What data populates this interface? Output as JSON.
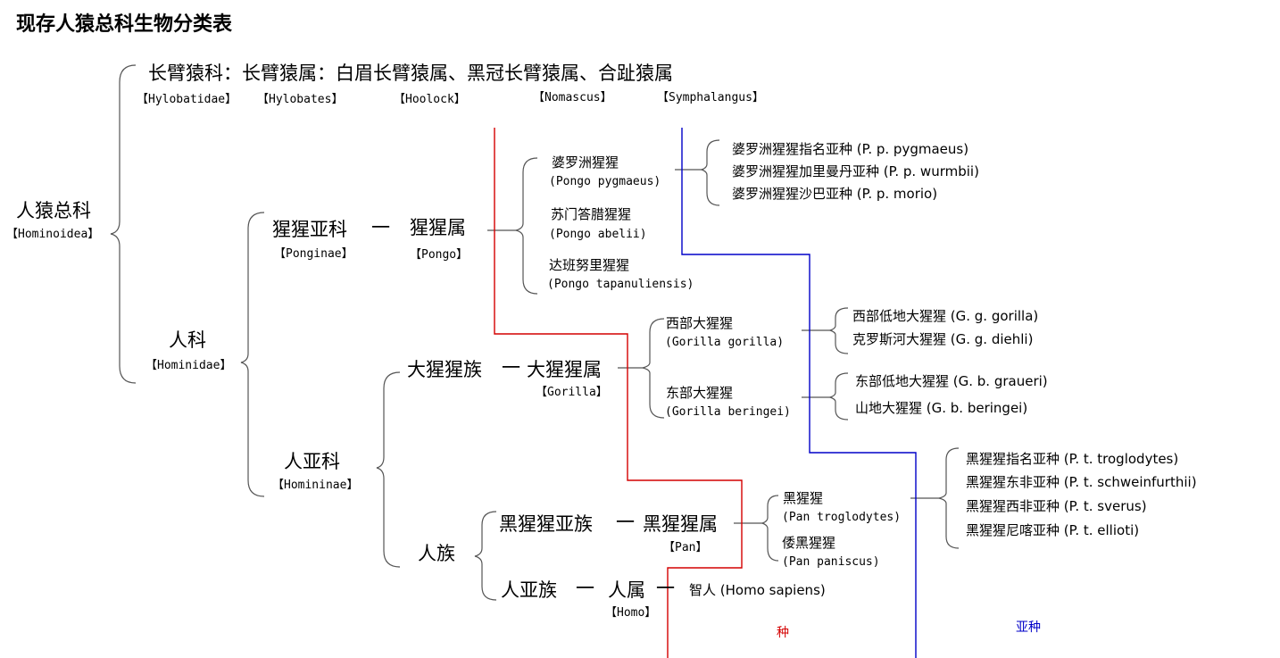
{
  "title": "现存人猿总科生物分类表",
  "hylobatidae": {
    "line": "长臂猿科：长臂猿属：白眉长臂猿属、黑冠长臂猿属、合趾猿属",
    "family_latin": "【Hylobatidae】",
    "genus_latin": "【Hylobates】",
    "hoolock_latin": "【Hoolock】",
    "nomascus_latin": "【Nomascus】",
    "symphalangus_latin": "【Symphalangus】"
  },
  "superfamily": {
    "name": "人猿总科",
    "latin": "【Hominoidea】"
  },
  "hominidae": {
    "name": "人科",
    "latin": "【Hominidae】"
  },
  "ponginae": {
    "name": "猩猩亚科",
    "latin": "【Ponginae】",
    "dash": "一"
  },
  "pongo": {
    "name": "猩猩属",
    "latin": "【Pongo】"
  },
  "pongo_species": [
    {
      "cn": "婆罗洲猩猩",
      "sci": "(Pongo pygmaeus)"
    },
    {
      "cn": "苏门答腊猩猩",
      "sci": "(Pongo abelii)"
    },
    {
      "cn": "达班努里猩猩",
      "sci": "(Pongo tapanuliensis)"
    }
  ],
  "pygmaeus_subspecies": [
    "婆罗洲猩猩指名亚种 (P. p. pygmaeus)",
    "婆罗洲猩猩加里曼丹亚种 (P. p. wurmbii)",
    "婆罗洲猩猩沙巴亚种 (P. p. morio)"
  ],
  "homininae": {
    "name": "人亚科",
    "latin": "【Homininae】"
  },
  "gorillini": {
    "name": "大猩猩族",
    "dash": "一"
  },
  "gorilla": {
    "name": "大猩猩属",
    "latin": "【Gorilla】"
  },
  "gorilla_species": [
    {
      "cn": "西部大猩猩",
      "sci": "(Gorilla gorilla)"
    },
    {
      "cn": "东部大猩猩",
      "sci": "(Gorilla beringei)"
    }
  ],
  "gorilla_gorilla_subspecies": [
    "西部低地大猩猩 (G. g. gorilla)",
    "克罗斯河大猩猩 (G. g. diehli)"
  ],
  "gorilla_beringei_subspecies": [
    "东部低地大猩猩 (G. b. graueri)",
    "山地大猩猩 (G. b. beringei)"
  ],
  "hominini": {
    "name": "人族"
  },
  "panina": {
    "name": "黑猩猩亚族",
    "dash": "一"
  },
  "pan": {
    "name": "黑猩猩属",
    "latin": "【Pan】"
  },
  "pan_species": [
    {
      "cn": "黑猩猩",
      "sci": "(Pan troglodytes)"
    },
    {
      "cn": "倭黑猩猩",
      "sci": "(Pan paniscus)"
    }
  ],
  "pan_subspecies": [
    "黑猩猩指名亚种 (P. t. troglodytes)",
    "黑猩猩东非亚种 (P. t. schweinfurthii)",
    "黑猩猩西非亚种 (P. t. sverus)",
    "黑猩猩尼喀亚种 (P. t. ellioti)"
  ],
  "hominina": {
    "name": "人亚族",
    "dash": "一"
  },
  "homo": {
    "name": "人属",
    "latin": "【Homo】",
    "dash": "一"
  },
  "homo_species": "智人 (Homo sapiens)",
  "legend": {
    "species": "种",
    "subspecies": "亚种"
  },
  "colors": {
    "species_line": "#d40000",
    "subspecies_line": "#0000c8",
    "bracket": "#555555"
  }
}
